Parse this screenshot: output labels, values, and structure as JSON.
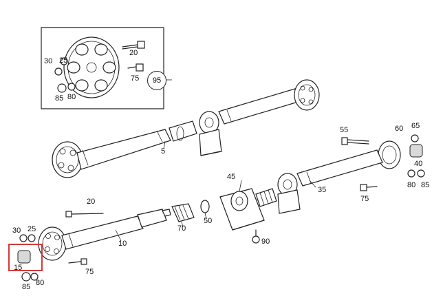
{
  "labels": {
    "l30a": "30",
    "l25a": "25",
    "l20a": "20",
    "l75a": "75",
    "l85a": "85",
    "l80a": "80",
    "l95": "95",
    "l5": "5",
    "l55": "55",
    "l60": "60",
    "l65": "65",
    "l40": "40",
    "l80b": "80",
    "l85b": "85",
    "l75b": "75",
    "l45": "45",
    "l35": "35",
    "l20b": "20",
    "l70": "70",
    "l50": "50",
    "l90": "90",
    "l10": "10",
    "l30b": "30",
    "l25b": "25",
    "l15": "15",
    "l75c": "75",
    "l85c": "85",
    "l80c": "80"
  },
  "colors": {
    "line": "#222222",
    "highlight": "#d33a3a",
    "background": "#ffffff"
  }
}
